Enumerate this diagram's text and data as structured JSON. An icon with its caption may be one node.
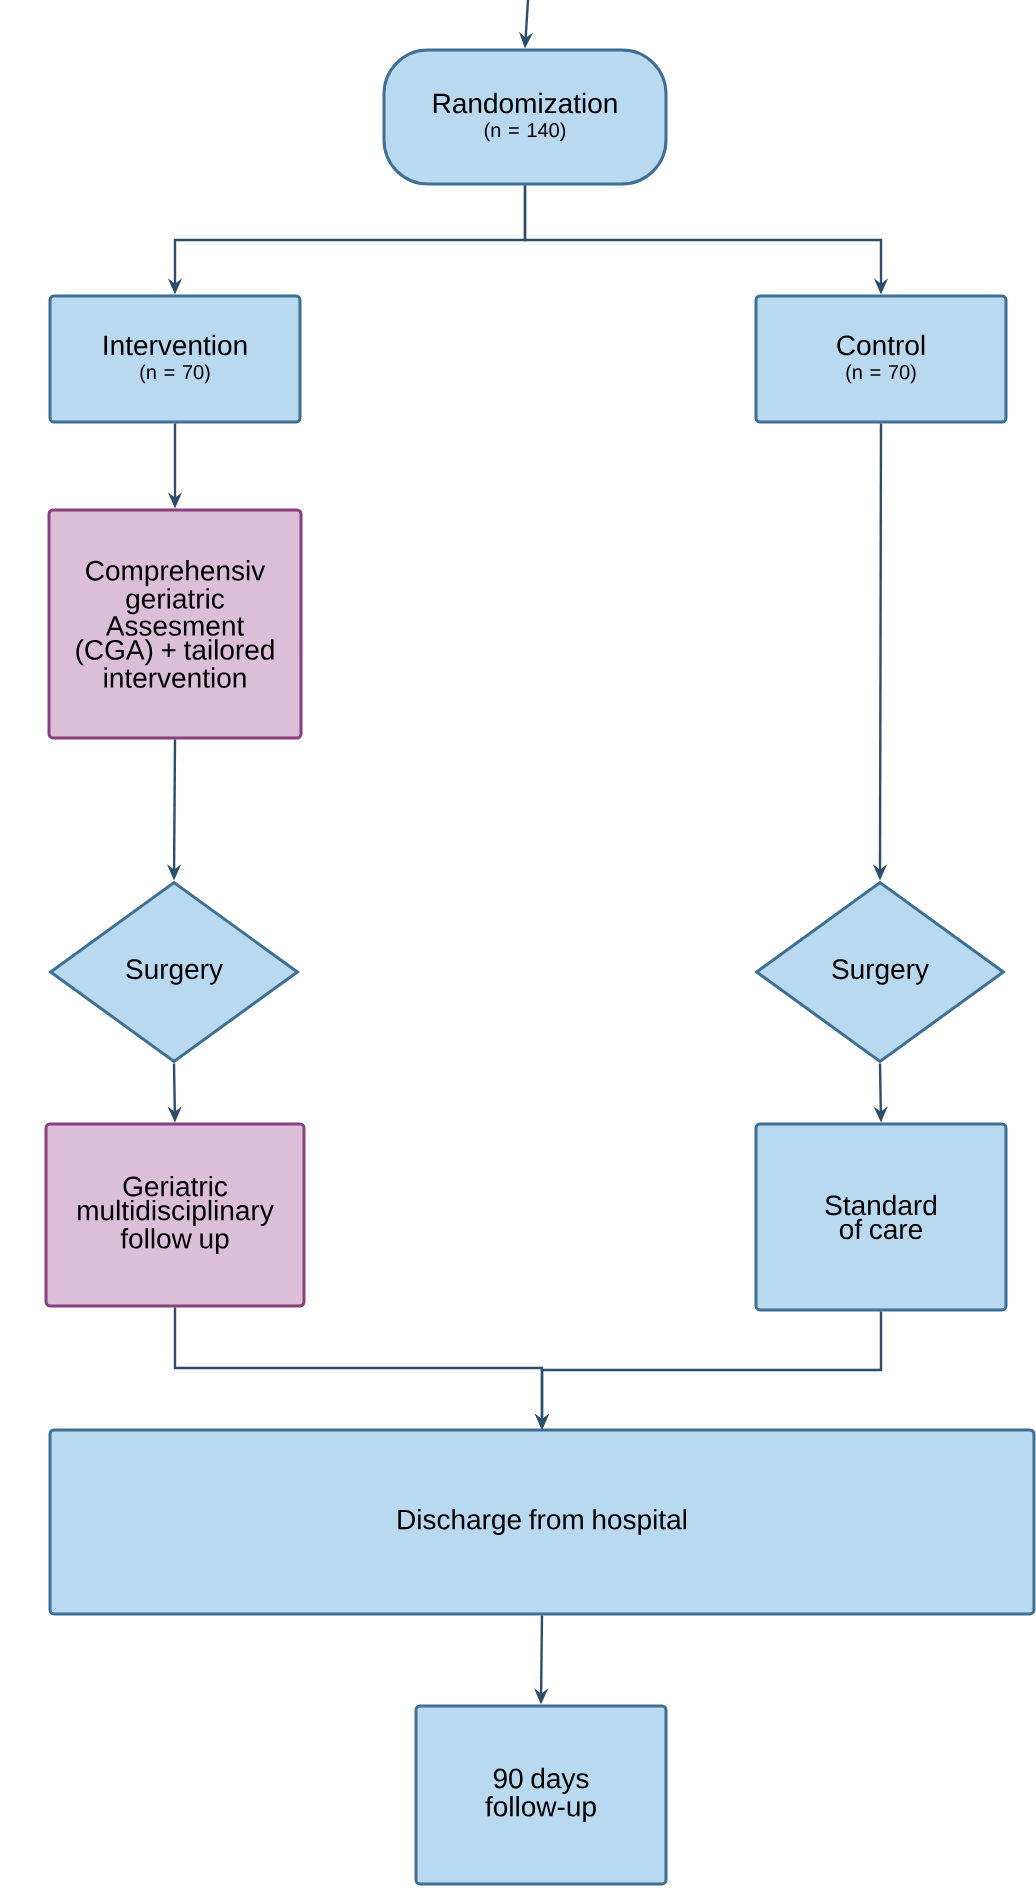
{
  "diagram": {
    "nodes": [
      {
        "text": [
          "Randomization",
          "(n = 140)"
        ]
      },
      {
        "text": [
          "Intervention",
          "(n = 70)"
        ]
      },
      {
        "text": [
          "Control",
          "(n = 70)"
        ]
      },
      {
        "text": [
          "Comprehensiv geriatric Assesment (CGA) + tailored intervention"
        ]
      },
      {
        "text": [
          "Surgery"
        ]
      },
      {
        "text": [
          "Surgery"
        ]
      },
      {
        "text": [
          "Geriatric multidisciplinary follow up"
        ]
      },
      {
        "text": [
          "Standard of care"
        ]
      },
      {
        "text": [
          "Discharge from hospital"
        ]
      },
      {
        "text": [
          "90 days follow-up"
        ]
      }
    ],
    "edges": [
      {
        "from": null,
        "to": 0,
        "arrow": "to"
      },
      {
        "from": 0,
        "to": 1,
        "arrow": "to"
      },
      {
        "from": 0,
        "to": 2,
        "arrow": "to"
      },
      {
        "from": 1,
        "to": 3,
        "arrow": "to"
      },
      {
        "from": 3,
        "to": 4,
        "arrow": "to"
      },
      {
        "from": 4,
        "to": 6,
        "arrow": "to"
      },
      {
        "from": 2,
        "to": 5,
        "arrow": "to"
      },
      {
        "from": 5,
        "to": 7,
        "arrow": "to"
      },
      {
        "from": 6,
        "to": 8,
        "arrow": "to"
      },
      {
        "from": 7,
        "to": 8,
        "arrow": "to"
      },
      {
        "from": 8,
        "to": 9,
        "arrow": "to"
      }
    ]
  }
}
